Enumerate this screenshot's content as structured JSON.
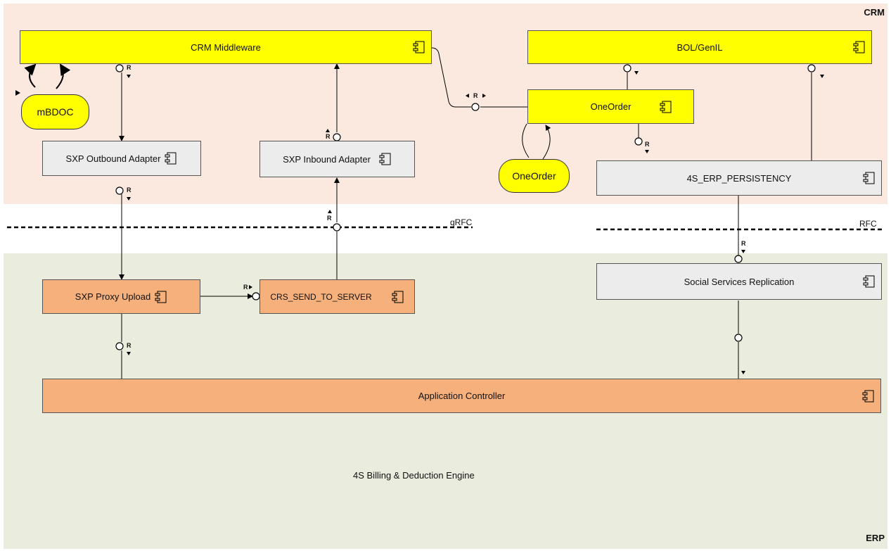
{
  "zones": {
    "crm": {
      "label": "CRM"
    },
    "erp": {
      "label": "ERP",
      "caption": "4S Billing & Deduction Engine"
    }
  },
  "components": {
    "crm_middleware": "CRM Middleware",
    "bol_genil": "BOL/GenIL",
    "oneorder": "OneOrder",
    "sxp_outbound": "SXP Outbound Adapter",
    "sxp_inbound": "SXP Inbound Adapter",
    "erp_persistency": "4S_ERP_PERSISTENCY",
    "sxp_proxy_upload": "SXP Proxy Upload",
    "crs_send": "CRS_SEND_TO_SERVER",
    "social_replication": "Social Services Replication",
    "app_controller": "Application Controller"
  },
  "data_objects": {
    "mbdoc": "mBDOC",
    "oneorder_obj": "OneOrder"
  },
  "boundaries": {
    "qrfc": "qRFC",
    "rfc": "RFC"
  },
  "request_marker": "R",
  "colors": {
    "crm_zone": "#fbe9df",
    "erp_zone": "#eaeddd",
    "yellow_component": "#ffff00",
    "grey_component": "#ececec",
    "orange_component": "#f5b07c"
  }
}
